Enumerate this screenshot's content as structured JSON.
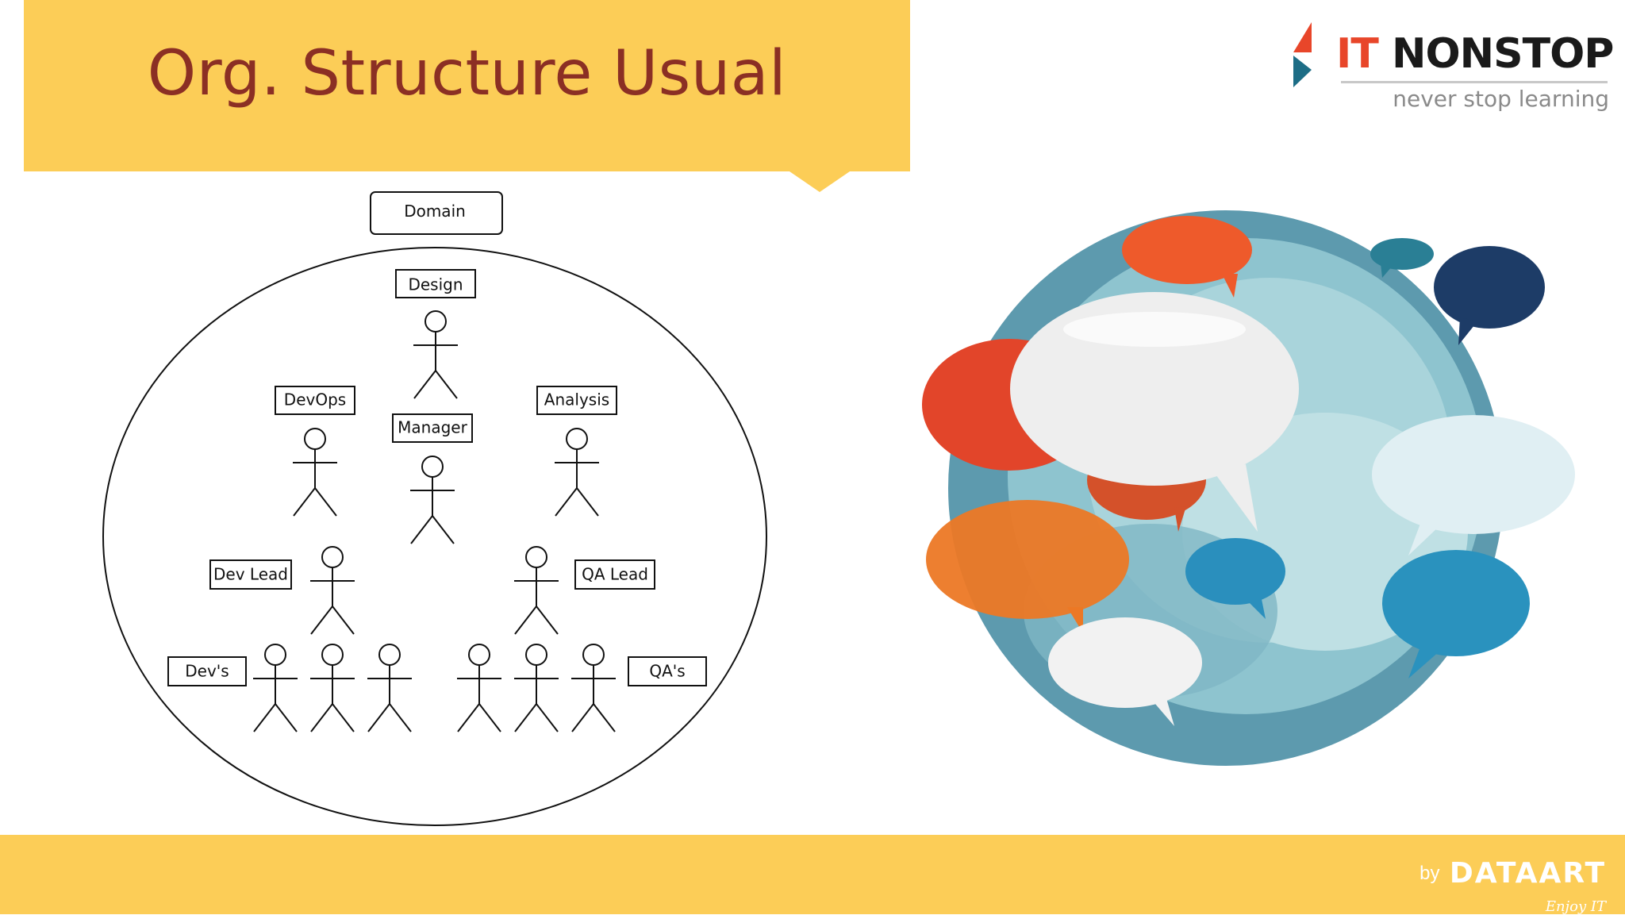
{
  "slide": {
    "title": "Org. Structure Usual"
  },
  "logo": {
    "it": "IT",
    "name": "NONSTOP",
    "tagline": "never stop learning"
  },
  "diagram": {
    "domain_label": "Domain",
    "roles": {
      "design": "Design",
      "devops": "DevOps",
      "manager": "Manager",
      "analysis": "Analysis",
      "dev_lead": "Dev Lead",
      "qa_lead": "QA Lead",
      "devs": "Dev's",
      "qas": "QA's"
    }
  },
  "footer": {
    "by": "by",
    "brand": "DATAART",
    "slogan": "Enjoy IT"
  },
  "colors": {
    "banner": "#fccd57",
    "title": "#8b2f24",
    "logo_accent": "#e8462a",
    "logo_dark": "#1a1a1a",
    "globe": "#7fb7c4"
  },
  "icons": [
    "stick-figure-icon",
    "speech-bubble-icon",
    "globe-icon",
    "logo-mark-icon"
  ]
}
